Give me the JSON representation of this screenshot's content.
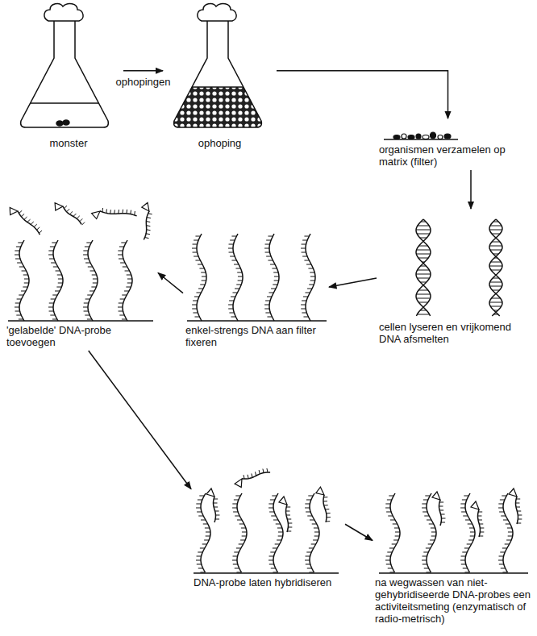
{
  "diagram": {
    "nodes": [
      {
        "text": [
          "monster"
        ]
      },
      {
        "text": [
          "ophoping"
        ]
      },
      {
        "text": [
          "organismen verzamelen op matrix (filter)"
        ]
      },
      {
        "text": [
          "cellen lyseren en vrijkomend DNA afsmelten"
        ]
      },
      {
        "text": [
          "enkel-strengs DNA aan filter fixeren"
        ]
      },
      {
        "text": [
          "'gelabelde' DNA-probe toevoegen"
        ]
      },
      {
        "text": [
          "DNA-probe laten hybridiseren"
        ]
      },
      {
        "text": [
          "na wegwassen van niet-gehybridiseerde DNA-probes een activiteitsmeting (enzymatisch of radio-metrisch)"
        ]
      }
    ],
    "edges": [
      {
        "from": 0,
        "to": 1,
        "arrow": "to",
        "label": "ophopingen"
      },
      {
        "from": 1,
        "to": 2,
        "arrow": "to"
      },
      {
        "from": 2,
        "to": 3,
        "arrow": "to"
      },
      {
        "from": 3,
        "to": 4,
        "arrow": "to"
      },
      {
        "from": 4,
        "to": 5,
        "arrow": "to"
      },
      {
        "from": 5,
        "to": 6,
        "arrow": "to"
      },
      {
        "from": 6,
        "to": 7,
        "arrow": "to"
      }
    ]
  }
}
